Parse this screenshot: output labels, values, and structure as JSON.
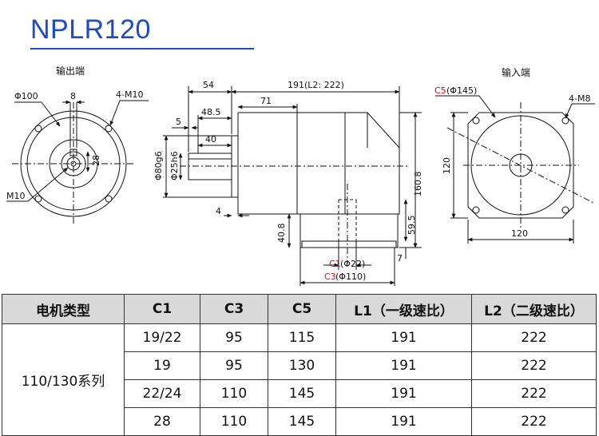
{
  "header": {
    "model": "NPLR120"
  },
  "drawing": {
    "output_end_label": "输出端",
    "input_end_label": "输入端",
    "dims": {
      "phi100": "Φ100",
      "eight": "8",
      "m10_4": "4-M10",
      "m10": "M10",
      "twenty_eight": "28",
      "d54": "54",
      "d191": "191(L2: 222)",
      "d71": "71",
      "d5": "5",
      "d48_5": "48.5",
      "d40": "40",
      "phi80": "Φ80g6",
      "phi25": "Φ25h6",
      "d4": "4",
      "d40_8": "40.8",
      "d160_8": "160.8",
      "d59_5": "59.5",
      "d7": "7",
      "c1_tag": "C1",
      "c1_val": "(Φ22)",
      "c3_tag": "C3",
      "c3_val": "(Φ110)",
      "c5_tag": "C5",
      "c5_val": "(Φ145)",
      "m8_4": "4-M8",
      "d120_v": "120",
      "d120_h": "120"
    }
  },
  "table": {
    "headers": [
      "电机类型",
      "C1",
      "C3",
      "C5",
      "L1（一级速比）",
      "L2（二级速比）"
    ],
    "motor_type": "110/130系列",
    "rows": [
      [
        "19/22",
        "95",
        "115",
        "191",
        "222"
      ],
      [
        "19",
        "95",
        "130",
        "191",
        "222"
      ],
      [
        "22/24",
        "110",
        "145",
        "191",
        "222"
      ],
      [
        "28",
        "110",
        "145",
        "191",
        "222"
      ]
    ]
  }
}
